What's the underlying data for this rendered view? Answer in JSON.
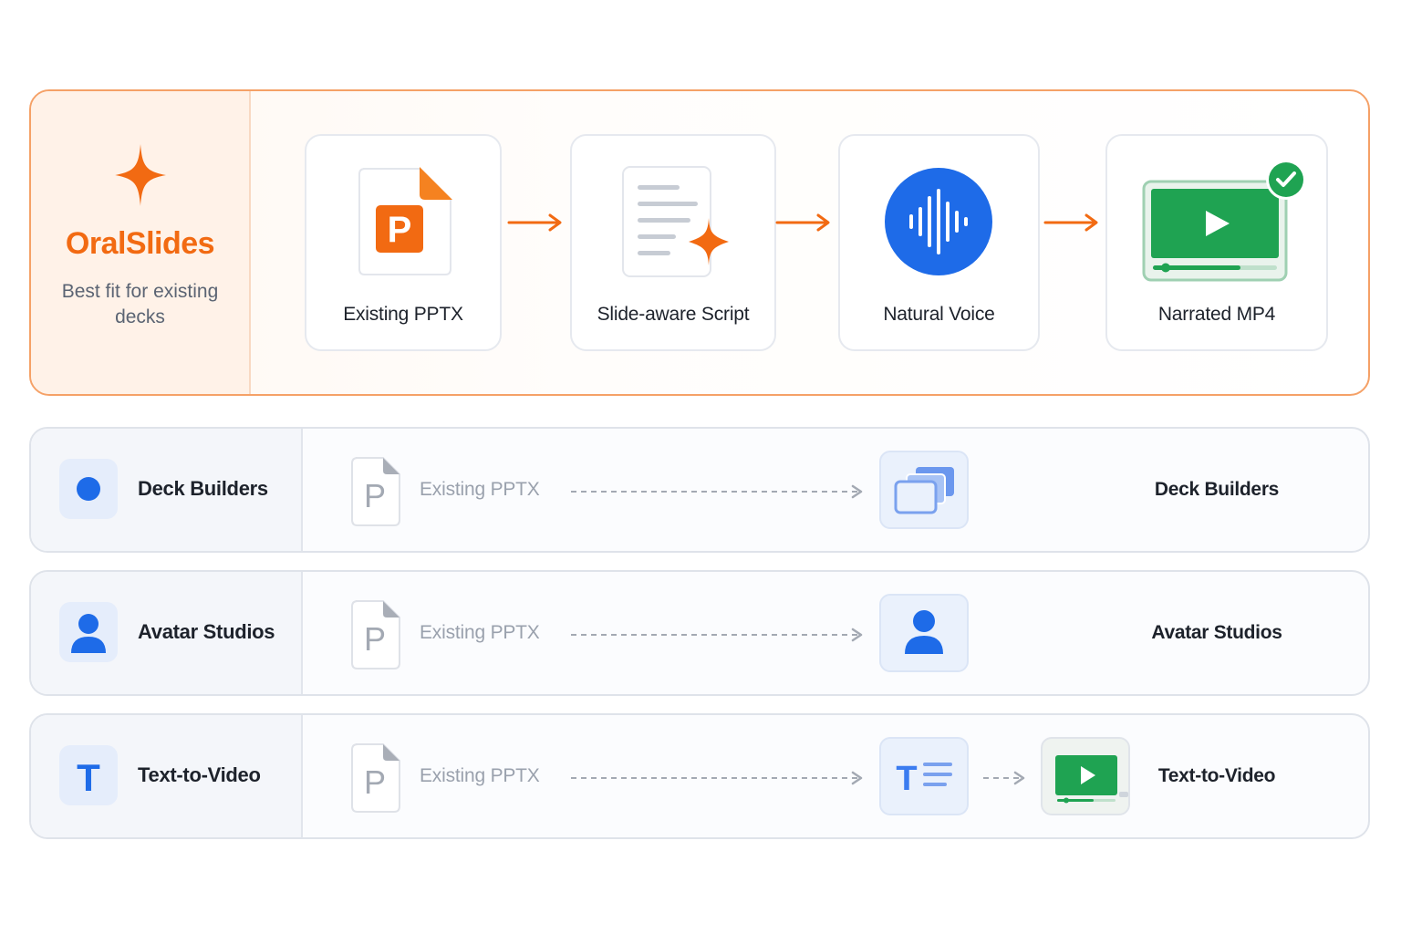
{
  "hero": {
    "brand_name": "OralSlides",
    "tagline": "Best fit for existing decks",
    "accent_color": "#f26a12",
    "steps": [
      {
        "label": "Existing PPTX",
        "icon": "pptx-file-icon",
        "glyph": "P"
      },
      {
        "label": "Slide-aware Script",
        "icon": "script-document-sparkle-icon"
      },
      {
        "label": "Natural Voice",
        "icon": "voice-waveform-icon"
      },
      {
        "label": "Narrated MP4",
        "icon": "video-check-icon"
      }
    ]
  },
  "competitors": [
    {
      "name": "Deck Builders",
      "icon": "dot-icon",
      "source_label": "Existing PPTX",
      "source_glyph": "P",
      "target_icon": "stacked-slides-icon",
      "right_label": "Deck Builders"
    },
    {
      "name": "Avatar Studios",
      "icon": "person-icon",
      "source_label": "Existing PPTX",
      "source_glyph": "P",
      "target_icon": "person-icon",
      "right_label": "Avatar Studios"
    },
    {
      "name": "Text-to-Video",
      "icon": "text-t-icon",
      "icon_glyph": "T",
      "source_label": "Existing PPTX",
      "source_glyph": "P",
      "target_icon": "text-lines-icon",
      "target_glyph": "T",
      "extra_icon": "video-play-icon",
      "right_label": "Text-to-Video"
    }
  ],
  "colors": {
    "orange": "#f26a12",
    "blue": "#1e6be8",
    "green": "#1fa352",
    "muted_text": "#9aa1ad"
  }
}
